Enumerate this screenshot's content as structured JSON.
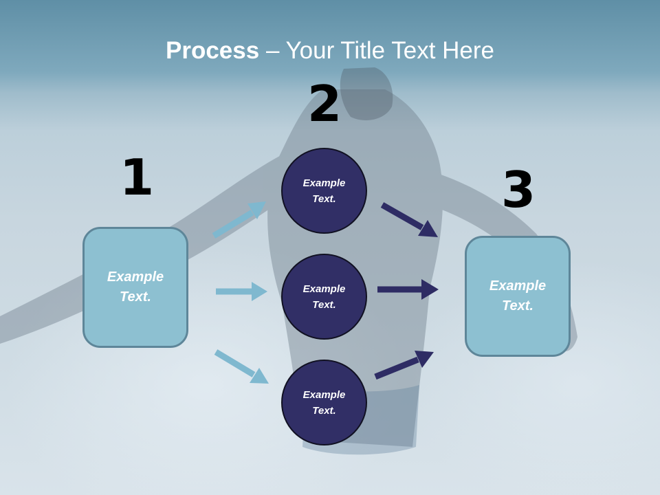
{
  "title": {
    "bold": "Process",
    "rest": " – Your Title Text Here"
  },
  "steps": [
    "1",
    "2",
    "3"
  ],
  "left_box": {
    "text": "Example Text."
  },
  "circles": [
    {
      "text": "Example Text."
    },
    {
      "text": "Example Text."
    },
    {
      "text": "Example Text."
    }
  ],
  "right_box": {
    "text": "Example Text."
  },
  "colors": {
    "box_fill": "#8dc0d1",
    "box_border": "#5e8699",
    "circle_fill": "#312f66",
    "arrow_light": "#7fb8cf",
    "arrow_dark": "#2e2c64"
  }
}
